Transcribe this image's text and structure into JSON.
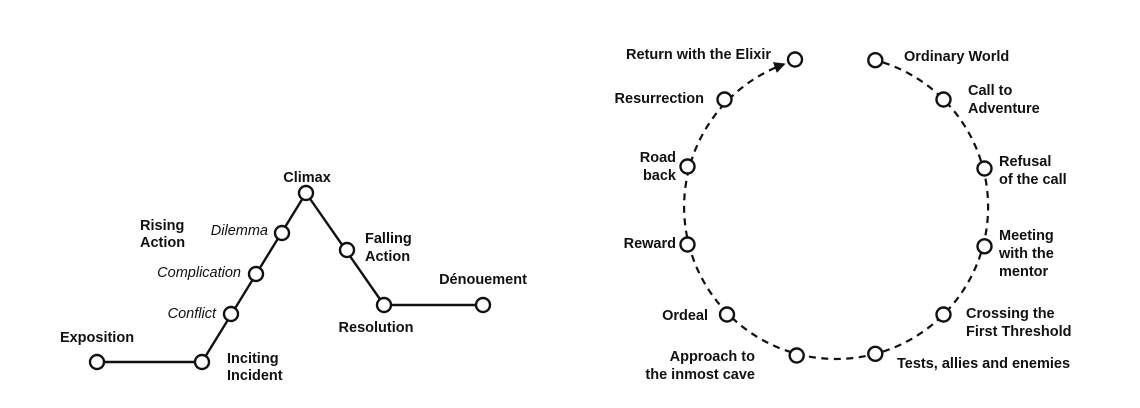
{
  "colors": {
    "background": "#ffffff",
    "line": "#111111",
    "text": "#111111",
    "node_fill": "#ffffff"
  },
  "story_arc": {
    "stages": [
      {
        "id": "exposition",
        "emphasis": "bold",
        "lines": [
          "Exposition"
        ]
      },
      {
        "id": "inciting_incident",
        "emphasis": "bold",
        "lines": [
          "Inciting",
          "Incident"
        ]
      },
      {
        "id": "conflict",
        "emphasis": "italic",
        "lines": [
          "Conflict"
        ]
      },
      {
        "id": "complication",
        "emphasis": "italic",
        "lines": [
          "Complication"
        ]
      },
      {
        "id": "dilemma",
        "emphasis": "italic",
        "lines": [
          "Dilemma"
        ]
      },
      {
        "id": "rising_action",
        "emphasis": "bold",
        "lines": [
          "Rising",
          "Action"
        ]
      },
      {
        "id": "climax",
        "emphasis": "bold",
        "lines": [
          "Climax"
        ]
      },
      {
        "id": "falling_action",
        "emphasis": "bold",
        "lines": [
          "Falling",
          "Action"
        ]
      },
      {
        "id": "resolution",
        "emphasis": "bold",
        "lines": [
          "Resolution"
        ]
      },
      {
        "id": "denouement",
        "emphasis": "bold",
        "lines": [
          "Dénouement"
        ]
      }
    ]
  },
  "heros_journey": {
    "direction": "clockwise",
    "steps": [
      {
        "id": "ordinary_world",
        "lines": [
          "Ordinary World"
        ]
      },
      {
        "id": "call_to_adventure",
        "lines": [
          "Call to",
          "Adventure"
        ]
      },
      {
        "id": "refusal_of_the_call",
        "lines": [
          "Refusal",
          "of the call"
        ]
      },
      {
        "id": "meeting_with_the_mentor",
        "lines": [
          "Meeting",
          "with the",
          "mentor"
        ]
      },
      {
        "id": "crossing_the_first_threshold",
        "lines": [
          "Crossing the",
          "First Threshold"
        ]
      },
      {
        "id": "tests_allies_and_enemies",
        "lines": [
          "Tests, allies and enemies"
        ]
      },
      {
        "id": "approach_to_the_inmost_cave",
        "lines": [
          "Approach to",
          "the inmost cave"
        ]
      },
      {
        "id": "ordeal",
        "lines": [
          "Ordeal"
        ]
      },
      {
        "id": "reward",
        "lines": [
          "Reward"
        ]
      },
      {
        "id": "road_back",
        "lines": [
          "Road",
          "back"
        ]
      },
      {
        "id": "resurrection",
        "lines": [
          "Resurrection"
        ]
      },
      {
        "id": "return_with_the_elixir",
        "lines": [
          "Return with the Elixir"
        ]
      }
    ]
  }
}
